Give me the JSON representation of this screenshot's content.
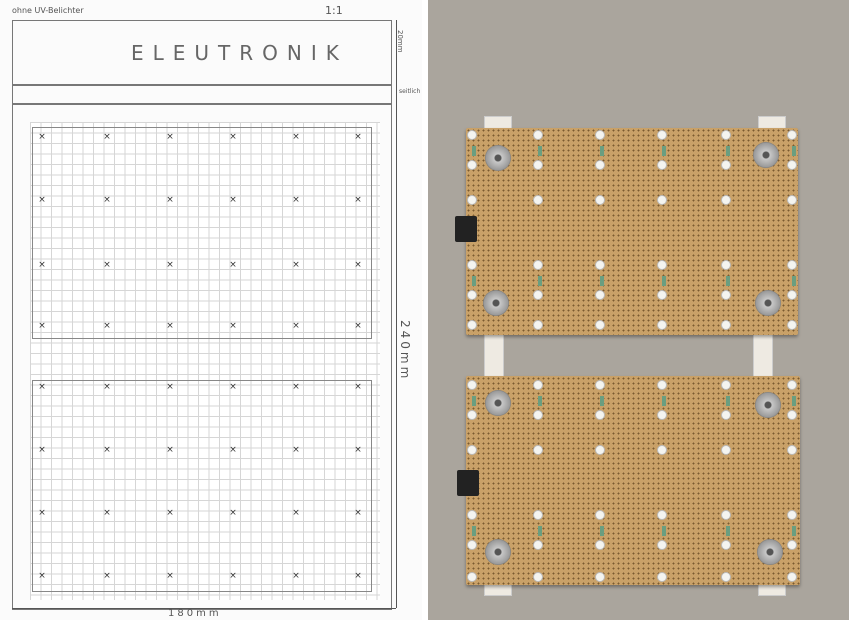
{
  "sketch": {
    "note": "ohne UV-Belichter",
    "scale": "1:1",
    "header_text": "ELEUTRONIK",
    "dim_header": "20mm",
    "dim_strip": "seitlich",
    "dim_height": "240mm",
    "dim_width": "180mm"
  },
  "photo": {
    "board_color": "#c9a168",
    "background_color": "#aaa59d"
  }
}
